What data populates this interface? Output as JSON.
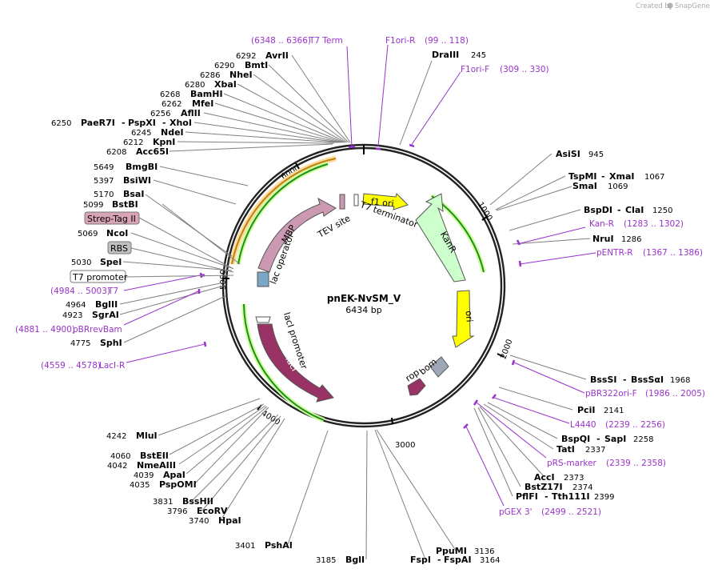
{
  "plasmid": {
    "name": "pnEK-NvSM_V",
    "size_text": "6434 bp",
    "length": 6434
  },
  "credit": {
    "text": "Created by",
    "brand": "SnapGene"
  },
  "ticks": [
    "1000",
    "2000",
    "3000",
    "4000",
    "5000",
    "6000"
  ],
  "colors": {
    "primer": "#9933cc",
    "enzyme": "#000000",
    "backbone": "#222222"
  },
  "enzymes_right": [
    {
      "pos": "945",
      "name": "AsiSI"
    },
    {
      "pos": "1067",
      "name": "TspMI",
      "alt": "XmaI"
    },
    {
      "pos": "1069",
      "name": "SmaI"
    },
    {
      "pos": "1250",
      "name": "BspDI",
      "alt": "ClaI"
    },
    {
      "pos": "1286",
      "name": "NruI"
    },
    {
      "pos": "1968",
      "name": "BssSI",
      "alt": "BssSαI"
    },
    {
      "pos": "2141",
      "name": "PciI"
    },
    {
      "pos": "2258",
      "name": "BspQI",
      "alt": "SapI"
    },
    {
      "pos": "2337",
      "name": "TatI"
    },
    {
      "pos": "2373",
      "name": "AccI"
    },
    {
      "pos": "2374",
      "name": "BstZ17I"
    },
    {
      "pos": "2399",
      "name": "PflFI",
      "alt": "Tth111I"
    }
  ],
  "enzymes_bottom": [
    {
      "pos": "3136",
      "name": "PpuMI"
    },
    {
      "pos": "3164",
      "name": "FspI",
      "alt": "FspAI"
    },
    {
      "pos": "3185",
      "name": "BglI"
    },
    {
      "pos": "3401",
      "name": "PshAI"
    }
  ],
  "enzymes_left": [
    {
      "pos": "6292",
      "name": "AvrII"
    },
    {
      "pos": "6290",
      "name": "BmtI"
    },
    {
      "pos": "6286",
      "name": "NheI"
    },
    {
      "pos": "6280",
      "name": "XbaI"
    },
    {
      "pos": "6268",
      "name": "BamHI"
    },
    {
      "pos": "6262",
      "name": "MfeI"
    },
    {
      "pos": "6256",
      "name": "AflII"
    },
    {
      "pos": "6250",
      "name": "PaeR7I",
      "alt": "PspXI",
      "alt2": "XhoI"
    },
    {
      "pos": "6245",
      "name": "NdeI"
    },
    {
      "pos": "6212",
      "name": "KpnI"
    },
    {
      "pos": "6208",
      "name": "Acc65I"
    },
    {
      "pos": "5649",
      "name": "BmgBI"
    },
    {
      "pos": "5397",
      "name": "BsiWI"
    },
    {
      "pos": "5170",
      "name": "BsaI"
    },
    {
      "pos": "5099",
      "name": "BstBI"
    },
    {
      "pos": "5069",
      "name": "NcoI"
    },
    {
      "pos": "5030",
      "name": "SpeI"
    },
    {
      "pos": "4964",
      "name": "BglII"
    },
    {
      "pos": "4923",
      "name": "SgrAI"
    },
    {
      "pos": "4775",
      "name": "SphI"
    },
    {
      "pos": "4242",
      "name": "MluI"
    },
    {
      "pos": "4060",
      "name": "BstEII"
    },
    {
      "pos": "4042",
      "name": "NmeAIII"
    },
    {
      "pos": "4039",
      "name": "ApaI"
    },
    {
      "pos": "4035",
      "name": "PspOMI"
    },
    {
      "pos": "3831",
      "name": "BssHII"
    },
    {
      "pos": "3796",
      "name": "EcoRV"
    },
    {
      "pos": "3740",
      "name": "HpaI"
    }
  ],
  "enzymes_top": [
    {
      "pos": "245",
      "name": "DraIII"
    }
  ],
  "primers": [
    {
      "name": "T7 Term",
      "range": "(6348 .. 6366)"
    },
    {
      "name": "F1ori-R",
      "range": "(99 .. 118)"
    },
    {
      "name": "F1ori-F",
      "range": "(309 .. 330)"
    },
    {
      "name": "Kan-R",
      "range": "(1283 .. 1302)"
    },
    {
      "name": "pENTR-R",
      "range": "(1367 .. 1386)"
    },
    {
      "name": "pBR322ori-F",
      "range": "(1986 .. 2005)"
    },
    {
      "name": "L4440",
      "range": "(2239 .. 2256)"
    },
    {
      "name": "pRS-marker",
      "range": "(2339 .. 2358)"
    },
    {
      "name": "pGEX 3'",
      "range": "(2499 .. 2521)"
    },
    {
      "name": "T7",
      "range": "(4984 .. 5003)"
    },
    {
      "name": "pBRrevBam",
      "range": "(4881 .. 4900)"
    },
    {
      "name": "LacI-R",
      "range": "(4559 .. 4578)"
    }
  ],
  "boxed_features": [
    {
      "name": "Strep-Tag II",
      "style": "pink"
    },
    {
      "name": "RBS",
      "style": "gray"
    },
    {
      "name": "T7 promoter",
      "style": "white"
    }
  ],
  "features": [
    {
      "name": "f1 ori",
      "color": "#ffff00"
    },
    {
      "name": "T7 terminator",
      "color": "#ffffff"
    },
    {
      "name": "KanR",
      "color": "#ccffcc"
    },
    {
      "name": "ori",
      "color": "#ffff00"
    },
    {
      "name": "rop",
      "color": "#993366"
    },
    {
      "name": "bom",
      "color": "#a0a8b8"
    },
    {
      "name": "lacI",
      "color": "#993366"
    },
    {
      "name": "lacI promoter",
      "color": "#ffffff"
    },
    {
      "name": "lac operator",
      "color": "#ffffff"
    },
    {
      "name": "MBP",
      "color": "#cc99b3"
    },
    {
      "name": "TEV site",
      "color": "#cc99b3"
    }
  ]
}
